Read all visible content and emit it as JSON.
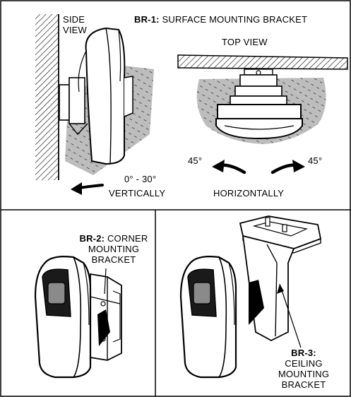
{
  "panel_br1": {
    "side_view": [
      "SIDE",
      "VIEW"
    ],
    "title_code": "BR-1:",
    "title_text": "SURFACE MOUNTING BRACKET",
    "top_view": "TOP VIEW",
    "angle_left": "45°",
    "angle_right": "45°",
    "vertical_range": "0° - 30°",
    "vertical_label": "VERTICALLY",
    "horizontal_label": "HORIZONTALLY"
  },
  "panel_br2": {
    "code": "BR-2:",
    "line1": "CORNER",
    "line2": "MOUNTING",
    "line3": "BRACKET"
  },
  "panel_br3": {
    "code": "BR-3:",
    "line1": "CEILING",
    "line2": "MOUNTING",
    "line3": "BRACKET"
  },
  "colors": {
    "ink": "#000000",
    "hatch_fill": "#bdbdbd",
    "paper": "#ffffff"
  }
}
